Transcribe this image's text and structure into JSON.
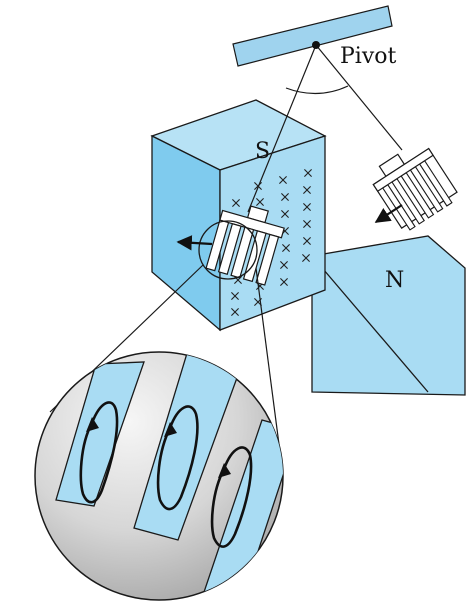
{
  "labels": {
    "pivot": "Pivot",
    "south_pole": "S",
    "north_pole": "N"
  },
  "colors": {
    "magnet_front": "#a9dcf3",
    "magnet_side": "#8dd0f0",
    "support_bar": "#9fd3ee",
    "plate_fill": "#bfe4f6",
    "outline": "#1a1a1a",
    "lens_light": "#f4f4f4",
    "lens_dark": "#a7a7a7"
  },
  "icons": [
    "pivot-dot-icon",
    "motion-arrow-icon",
    "eddy-current-loop-icon",
    "cross-field-icon"
  ]
}
